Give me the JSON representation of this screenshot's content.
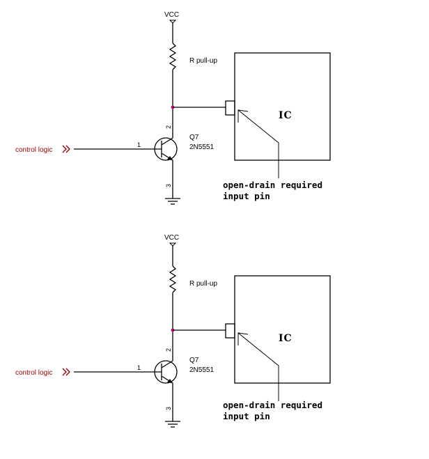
{
  "circuits": [
    {
      "vcc_label": "VCC",
      "resistor_label": "R pull-up",
      "input_label": "control logic",
      "transistor_ref": "Q7",
      "transistor_part": "2N5551",
      "pin_base": "1",
      "pin_collector": "2",
      "pin_emitter": "3",
      "ic_label": "IC",
      "annotation_line1": "open-drain required",
      "annotation_line2": "input pin"
    },
    {
      "vcc_label": "VCC",
      "resistor_label": "R pull-up",
      "input_label": "control logic",
      "transistor_ref": "Q7",
      "transistor_part": "2N5551",
      "pin_base": "1",
      "pin_collector": "2",
      "pin_emitter": "3",
      "ic_label": "IC",
      "annotation_line1": "open-drain required",
      "annotation_line2": "input pin"
    }
  ],
  "colors": {
    "wire": "#000000",
    "junction": "#c0007a",
    "control_wire": "#8a0000",
    "control_text": "#9a0000"
  }
}
